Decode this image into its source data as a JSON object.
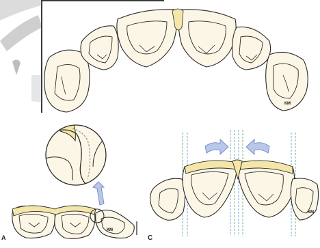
{
  "panel_labels": {
    "a": "A",
    "c": "C"
  },
  "signatures": {
    "top": "ΚΜ",
    "c": "ΚΜ",
    "a": "ΚΜ"
  },
  "colors": {
    "tooth_fill": "#fbf6e6",
    "stroke": "#2a2a2a",
    "contact_fill": "#f3e6a8",
    "arrow_fill": "#b9c8ea",
    "arrow_stroke": "#6f86bf",
    "guide_green": "#4aa86a",
    "guide_blue": "#5e8fc6",
    "scan_gray": "#c4c4c4"
  }
}
